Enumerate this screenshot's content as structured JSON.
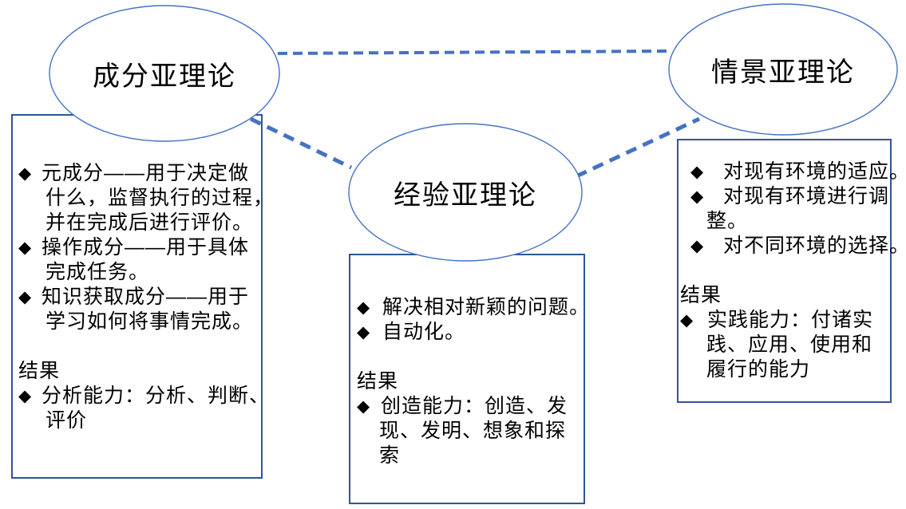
{
  "colors": {
    "ellipse_stroke": "#4472C4",
    "connector": "#4472C4",
    "box_border": "#2F5597",
    "text": "#000000",
    "background": "#FFFFFF"
  },
  "bullet_char": "◆",
  "ellipses": [
    {
      "id": "componential",
      "label": "成分亚理论"
    },
    {
      "id": "experiential",
      "label": "经验亚理论"
    },
    {
      "id": "contextual",
      "label": "情景亚理论"
    }
  ],
  "boxes": {
    "componential": {
      "lines": [
        {
          "bullet": true,
          "text": "元成分——用于决定做"
        },
        {
          "cont": true,
          "text": "什么，监督执行的过程，"
        },
        {
          "cont": true,
          "text": "并在完成后进行评价。"
        },
        {
          "bullet": true,
          "text": "操作成分——用于具体"
        },
        {
          "cont": true,
          "text": "完成任务。"
        },
        {
          "bullet": true,
          "text": "知识获取成分——用于"
        },
        {
          "cont": true,
          "text": "学习如何将事情完成。"
        },
        {
          "blank": true
        },
        {
          "text": "结果"
        },
        {
          "bullet": true,
          "text": "分析能力：分析、判断、"
        },
        {
          "cont": true,
          "text": "评价"
        }
      ]
    },
    "experiential": {
      "lines": [
        {
          "bullet": true,
          "sp": true,
          "text": "解决相对新颖的问题。"
        },
        {
          "bullet": true,
          "sp": true,
          "text": "自动化。"
        },
        {
          "blank": true
        },
        {
          "text": "结果"
        },
        {
          "bullet": true,
          "text": "创造能力：创造、发"
        },
        {
          "cont": true,
          "text": "现、发明、想象和探"
        },
        {
          "cont": true,
          "text": "索"
        }
      ]
    },
    "contextual": {
      "lines": [
        {
          "bullet": true,
          "sp": true,
          "text": "对现有环境的适应。"
        },
        {
          "bullet": true,
          "sp": true,
          "text": "对现有环境进行调"
        },
        {
          "cont": true,
          "text": "整。"
        },
        {
          "bullet": true,
          "sp": true,
          "text": "对不同环境的选择。"
        },
        {
          "blank": true
        },
        {
          "text": "结果"
        },
        {
          "bullet": true,
          "text": "实践能力：付诸实"
        },
        {
          "cont": true,
          "text": "践、应用、使用和"
        },
        {
          "cont": true,
          "text": "履行的能力"
        }
      ]
    }
  }
}
